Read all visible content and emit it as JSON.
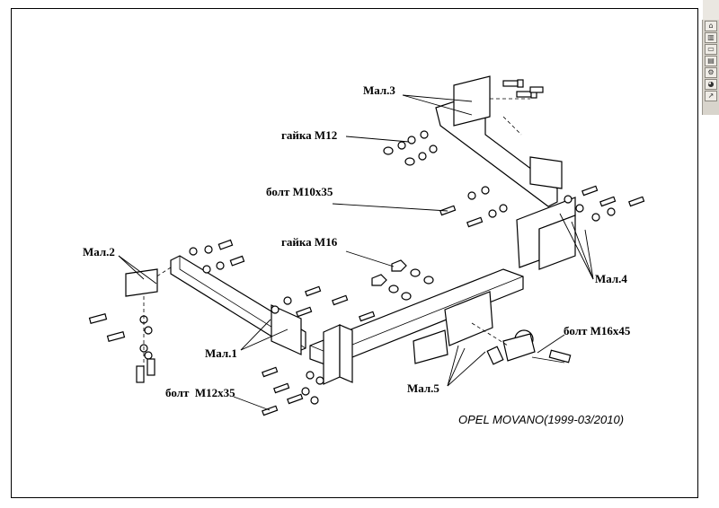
{
  "labels": {
    "mal3": "Мал.3",
    "gaika_m12": "гайка М12",
    "bolt_m10x35": "болт М10х35",
    "gaika_m16": "гайка М16",
    "mal2": "Мал.2",
    "mal4": "Мал.4",
    "mal1": "Мал.1",
    "bolt_m16x45": "болт М16х45",
    "mal5": "Мал.5",
    "bolt_m12x35": "болт  М12х35",
    "model": "OPEL MOVANO(1999-03/2010)"
  },
  "toolbar": {
    "icons": [
      "home-icon",
      "chart-icon",
      "folder-icon",
      "print-icon",
      "settings-icon",
      "color-icon",
      "export-icon"
    ]
  }
}
